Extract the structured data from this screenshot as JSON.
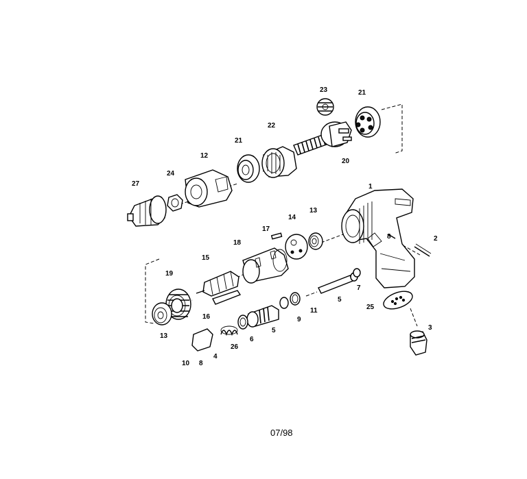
{
  "footer": {
    "date_code": "07/98"
  },
  "callouts": [
    {
      "id": "c23",
      "label": "23"
    },
    {
      "id": "c21a",
      "label": "21"
    },
    {
      "id": "c22",
      "label": "22"
    },
    {
      "id": "c21b",
      "label": "21"
    },
    {
      "id": "c20",
      "label": "20"
    },
    {
      "id": "c12",
      "label": "12"
    },
    {
      "id": "c24",
      "label": "24"
    },
    {
      "id": "c27",
      "label": "27"
    },
    {
      "id": "c1",
      "label": "1"
    },
    {
      "id": "c13a",
      "label": "13"
    },
    {
      "id": "c14",
      "label": "14"
    },
    {
      "id": "c17",
      "label": "17"
    },
    {
      "id": "c18",
      "label": "18"
    },
    {
      "id": "c15",
      "label": "15"
    },
    {
      "id": "c19",
      "label": "19"
    },
    {
      "id": "c8a",
      "label": "8"
    },
    {
      "id": "c2",
      "label": "2"
    },
    {
      "id": "c7",
      "label": "7"
    },
    {
      "id": "c5a",
      "label": "5"
    },
    {
      "id": "c11",
      "label": "11"
    },
    {
      "id": "c9",
      "label": "9"
    },
    {
      "id": "c25",
      "label": "25"
    },
    {
      "id": "c16",
      "label": "16"
    },
    {
      "id": "c13b",
      "label": "13"
    },
    {
      "id": "c6",
      "label": "6"
    },
    {
      "id": "c5b",
      "label": "5"
    },
    {
      "id": "c26",
      "label": "26"
    },
    {
      "id": "c4",
      "label": "4"
    },
    {
      "id": "c8b",
      "label": "8"
    },
    {
      "id": "c10",
      "label": "10"
    },
    {
      "id": "c3",
      "label": "3"
    }
  ]
}
